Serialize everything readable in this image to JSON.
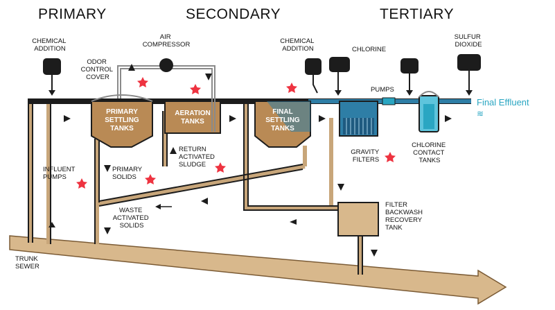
{
  "stages": {
    "primary": "PRIMARY",
    "secondary": "SECONDARY",
    "tertiary": "TERTIARY"
  },
  "labels": {
    "chemical_addition_1": [
      "CHEMICAL",
      "ADDITION"
    ],
    "odor_control_cover": [
      "ODOR",
      "CONTROL",
      "COVER"
    ],
    "air_compressor": [
      "AIR",
      "COMPRESSOR"
    ],
    "chemical_addition_2": [
      "CHEMICAL",
      "ADDITION"
    ],
    "chlorine": "CHLORINE",
    "sulfur_dioxide": [
      "SULFUR",
      "DIOXIDE"
    ],
    "pumps": "PUMPS",
    "final_effluent": "Final Effluent",
    "influent_pumps": [
      "INFLUENT",
      "PUMPS"
    ],
    "primary_solids": [
      "PRIMARY",
      "SOLIDS"
    ],
    "return_activated_sludge": [
      "RETURN",
      "ACTIVATED",
      "SLUDGE"
    ],
    "waste_activated_solids": [
      "WASTE",
      "ACTIVATED",
      "SOLIDS"
    ],
    "gravity_filters": [
      "GRAVITY",
      "FILTERS"
    ],
    "chlorine_contact_tanks": [
      "CHLORINE",
      "CONTACT",
      "TANKS"
    ],
    "filter_backwash_recovery_tank": [
      "FILTER",
      "BACKWASH",
      "RECOVERY",
      "TANK"
    ],
    "trunk_sewer": [
      "TRUNK",
      "SEWER"
    ]
  },
  "tanks": {
    "primary_settling": [
      "PRIMARY",
      "SETTLING",
      "TANKS"
    ],
    "aeration": [
      "AERATION",
      "TANKS"
    ],
    "final_settling": [
      "FINAL",
      "SETTLING",
      "TANKS"
    ]
  },
  "colors": {
    "pipe_dark": "#1c1c1c",
    "pipe_tan": "#c8a67a",
    "tank_brown": "#b98a55",
    "water_blue": "#2e7ea6",
    "accent_cyan": "#2aa6c2",
    "star_red": "#ee3340"
  }
}
